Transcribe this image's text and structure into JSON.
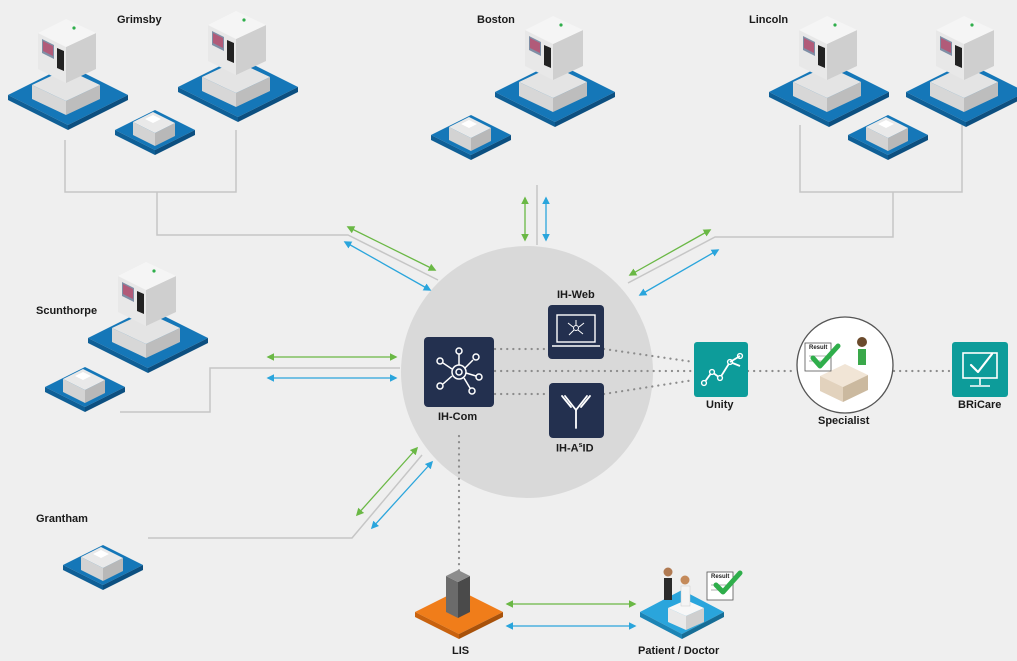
{
  "sites": {
    "grimsby": "Grimsby",
    "boston": "Boston",
    "lincoln": "Lincoln",
    "scunthorpe": "Scunthorpe",
    "grantham": "Grantham"
  },
  "hub": {
    "ih_com": "IH-Com",
    "ih_web": "IH-Web",
    "ih_aid_main": "IH-A",
    "ih_aid_sup": "s",
    "ih_aid_tail": "ID"
  },
  "nodes": {
    "unity": "Unity",
    "specialist": "Specialist",
    "bricare": "BRiCare",
    "lis": "LIS",
    "patient_doctor": "Patient / Doctor",
    "result_tag": "Result"
  },
  "colors": {
    "background": "#efefef",
    "hub_circle": "#d9d9d9",
    "platform_blue": "#1577b8",
    "platform_orange": "#f07d1a",
    "navy_tile": "#23304f",
    "teal_tile": "#0d9c9a",
    "arrow_green": "#6ab845",
    "arrow_blue": "#2aa5dc",
    "wire_grey": "#c6c6c6"
  }
}
